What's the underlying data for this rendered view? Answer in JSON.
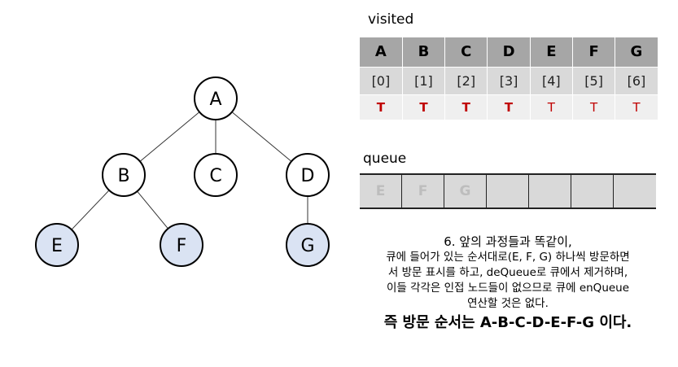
{
  "colors": {
    "node_fill_unvisited": "#ffffff",
    "node_fill_visited": "#dae3f3",
    "visited_true_bold": "#c00000",
    "visited_true": "#c00000",
    "table_header_bg": "#a6a6a6",
    "table_index_bg": "#d9d9d9",
    "queue_faded_text": "#bdbdbd"
  },
  "tree": {
    "nodes": [
      {
        "id": "A",
        "label": "A",
        "highlighted": false
      },
      {
        "id": "B",
        "label": "B",
        "highlighted": false
      },
      {
        "id": "C",
        "label": "C",
        "highlighted": false
      },
      {
        "id": "D",
        "label": "D",
        "highlighted": false
      },
      {
        "id": "E",
        "label": "E",
        "highlighted": true
      },
      {
        "id": "F",
        "label": "F",
        "highlighted": true
      },
      {
        "id": "G",
        "label": "G",
        "highlighted": true
      }
    ],
    "edges": [
      [
        "A",
        "B"
      ],
      [
        "A",
        "C"
      ],
      [
        "A",
        "D"
      ],
      [
        "B",
        "E"
      ],
      [
        "B",
        "F"
      ],
      [
        "D",
        "G"
      ]
    ]
  },
  "visited": {
    "title": "visited",
    "headers": [
      "A",
      "B",
      "C",
      "D",
      "E",
      "F",
      "G"
    ],
    "indices": [
      "[0]",
      "[1]",
      "[2]",
      "[3]",
      "[4]",
      "[5]",
      "[6]"
    ],
    "flags": [
      {
        "text": "T",
        "bold": true
      },
      {
        "text": "T",
        "bold": true
      },
      {
        "text": "T",
        "bold": true
      },
      {
        "text": "T",
        "bold": true
      },
      {
        "text": "T",
        "bold": false
      },
      {
        "text": "T",
        "bold": false
      },
      {
        "text": "T",
        "bold": false
      }
    ]
  },
  "queue": {
    "title": "queue",
    "cells": [
      "E",
      "F",
      "G",
      "",
      "",
      "",
      ""
    ]
  },
  "description": {
    "lines": [
      "6. 앞의 과정들과 똑같이,",
      "큐에 들어가 있는 순서대로(E, F, G) 하나씩 방문하면",
      "서 방문 표시를 하고, deQueue로 큐에서 제거하며,",
      "이들 각각은 인접 노드들이 없으므로 큐에 enQueue",
      "연산할 것은 없다."
    ],
    "summary": "즉 방문 순서는 A-B-C-D-E-F-G 이다."
  }
}
